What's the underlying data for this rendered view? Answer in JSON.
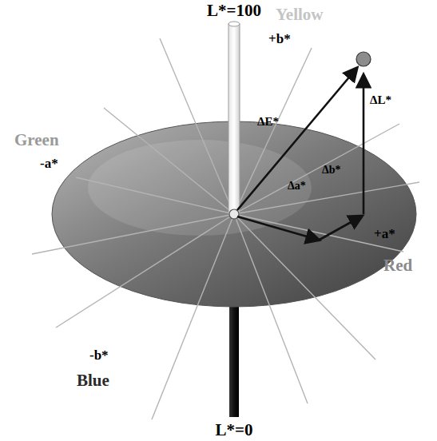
{
  "diagram": {
    "labels": [
      "L*=100",
      "Yellow",
      "+b*",
      "Green",
      "-a*",
      "ΔE*",
      "ΔL*",
      "Δb*",
      "Δa*",
      "+a*",
      "Red",
      "-b*",
      "Blue",
      "L*=0"
    ]
  }
}
